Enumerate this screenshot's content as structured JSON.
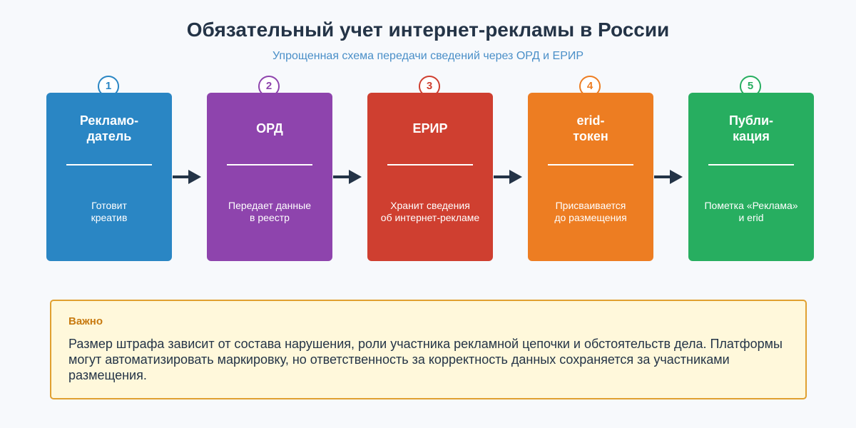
{
  "header": {
    "title": "Обязательный учет интернет-рекламы в России",
    "subtitle": "Упрощенная схема передачи сведений через ОРД и ЕРИР"
  },
  "steps": [
    {
      "number": "1",
      "title": "Рекламо-\nдатель",
      "description": "Готовит\nкреатив",
      "color": "#2a86c4",
      "badge_color": "#2a86c4"
    },
    {
      "number": "2",
      "title": "ОРД",
      "description": "Передает данные\nв реестр",
      "color": "#8e44ad",
      "badge_color": "#8e44ad"
    },
    {
      "number": "3",
      "title": "ЕРИР",
      "description": "Хранит сведения\nоб интернет-рекламе",
      "color": "#cf3f30",
      "badge_color": "#cf3f30"
    },
    {
      "number": "4",
      "title": "erid-\nтокен",
      "description": "Присваивается\nдо размещения",
      "color": "#ed7d22",
      "badge_color": "#ed7d22"
    },
    {
      "number": "5",
      "title": "Публи-\nкация",
      "description": "Пометка «Реклама»\nи erid",
      "color": "#27ae60",
      "badge_color": "#27ae60"
    }
  ],
  "notice": {
    "title": "Важно",
    "text": "Размер штрафа зависит от состава нарушения, роли участника рекламной цепочки и обстоятельств дела. Платформы могут автоматизировать маркировку, но ответственность за корректность данных сохраняется за участниками размещения."
  },
  "colors": {
    "background": "#f7f9fc",
    "title": "#243447",
    "subtitle": "#4a8fc8",
    "arrow": "#243447",
    "notice_bg": "#fff8db",
    "notice_border": "#e0a030",
    "notice_title": "#c87a10"
  }
}
